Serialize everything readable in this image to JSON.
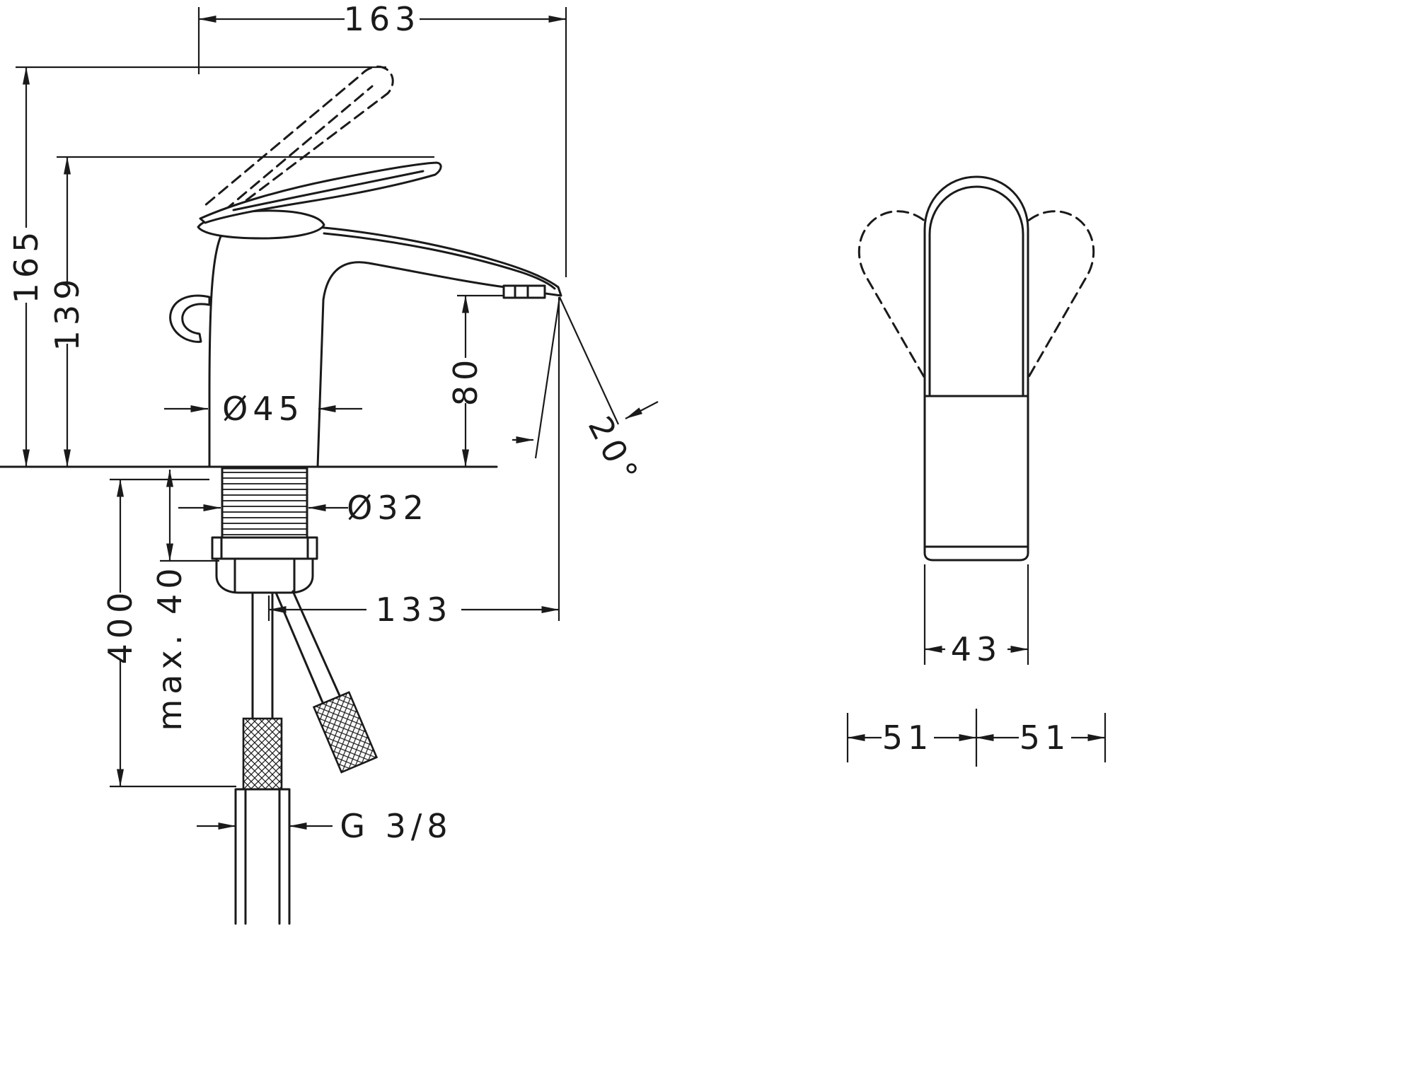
{
  "colors": {
    "line": "#1a1a1a",
    "background": "#ffffff"
  },
  "side_view": {
    "dims": {
      "overall_width": "163",
      "overall_height": "165",
      "handle_height": "139",
      "base_diameter": "Ø45",
      "spout_outlet_height": "80",
      "spout_angle": "20°",
      "shank_diameter": "Ø32",
      "max_counter_thickness": "max. 40",
      "connection_length": "400",
      "spout_reach": "133",
      "connection_thread": "G 3/8"
    }
  },
  "front_view": {
    "dims": {
      "body_width": "43",
      "handle_swing_left": "51",
      "handle_swing_right": "51"
    }
  }
}
